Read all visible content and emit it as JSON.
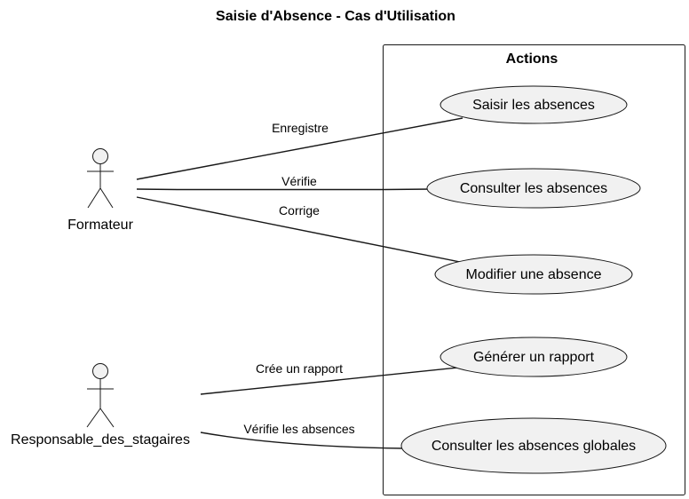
{
  "title": "Saisie d'Absence - Cas d'Utilisation",
  "boundary": {
    "label": "Actions"
  },
  "actors": [
    {
      "id": "formateur",
      "label": "Formateur"
    },
    {
      "id": "responsable",
      "label": "Responsable_des_stagaires"
    }
  ],
  "use_cases": [
    {
      "id": "uc1",
      "label": "Saisir les absences"
    },
    {
      "id": "uc2",
      "label": "Consulter les absences"
    },
    {
      "id": "uc3",
      "label": "Modifier une absence"
    },
    {
      "id": "uc4",
      "label": "Générer un rapport"
    },
    {
      "id": "uc5",
      "label": "Consulter les absences globales"
    }
  ],
  "associations": [
    {
      "from": "formateur",
      "to": "uc1",
      "label": "Enregistre"
    },
    {
      "from": "formateur",
      "to": "uc2",
      "label": "Vérifie"
    },
    {
      "from": "formateur",
      "to": "uc3",
      "label": "Corrige"
    },
    {
      "from": "responsable",
      "to": "uc4",
      "label": "Crée un rapport"
    },
    {
      "from": "responsable",
      "to": "uc5",
      "label": "Vérifie les absences"
    }
  ]
}
